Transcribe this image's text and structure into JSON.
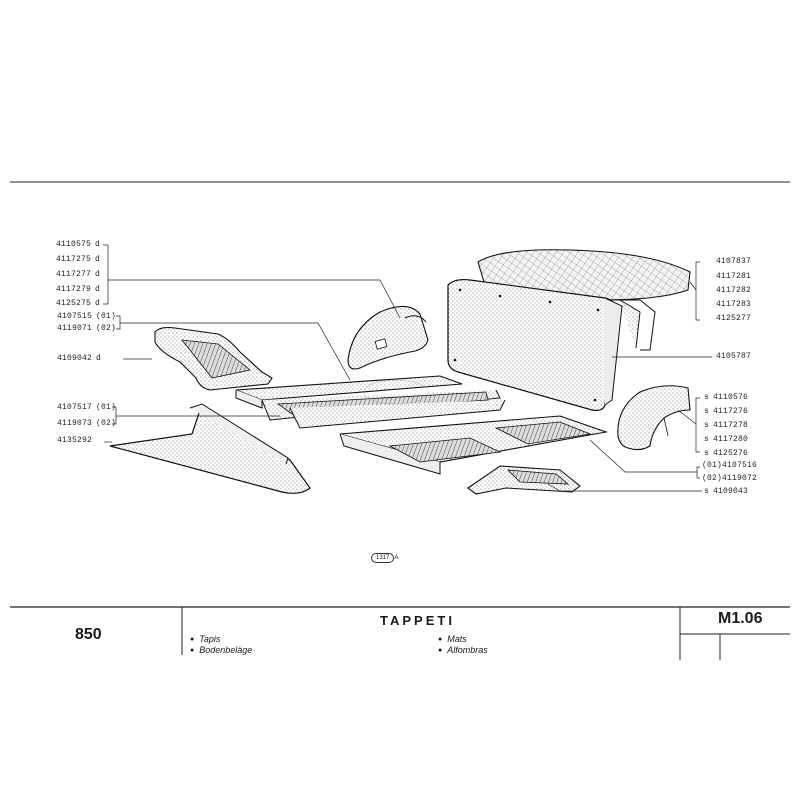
{
  "footer": {
    "model": "850",
    "title": "TAPPETI",
    "code": "M1.06",
    "translations_left": [
      "Tapis",
      "Bodenbeläge"
    ],
    "translations_right": [
      "Mats",
      "Alfombras"
    ]
  },
  "figure_ref": {
    "number": "1317",
    "suffix": "A"
  },
  "left_callouts": {
    "group1": [
      {
        "number": "4110575",
        "suffix": "d"
      },
      {
        "number": "4117275",
        "suffix": "d"
      },
      {
        "number": "4117277",
        "suffix": "d"
      },
      {
        "number": "4117279",
        "suffix": "d"
      },
      {
        "number": "4125275",
        "suffix": "d"
      }
    ],
    "group2": [
      {
        "number": "4107515",
        "suffix": "(01)"
      },
      {
        "number": "4119071",
        "suffix": "(02)"
      }
    ],
    "single1": {
      "number": "4109042",
      "suffix": "d"
    },
    "group3": [
      {
        "number": "4107517",
        "suffix": "(01)"
      },
      {
        "number": "4119073",
        "suffix": "(02)"
      }
    ],
    "single2": {
      "number": "4135292",
      "suffix": ""
    }
  },
  "right_callouts": {
    "group1": [
      "4107837",
      "4117281",
      "4117282",
      "4117283",
      "4125277"
    ],
    "single1": "4105787",
    "group2": [
      {
        "prefix": "s",
        "number": "4110576"
      },
      {
        "prefix": "s",
        "number": "4117276"
      },
      {
        "prefix": "s",
        "number": "4117278"
      },
      {
        "prefix": "s",
        "number": "4117280"
      },
      {
        "prefix": "s",
        "number": "4125276"
      }
    ],
    "group3": [
      {
        "prefix": "(01)",
        "number": "4107516"
      },
      {
        "prefix": "(02)",
        "number": "4119072"
      }
    ],
    "single2": {
      "prefix": "s",
      "number": "4109043"
    }
  },
  "colors": {
    "ink": "#1a1a1a",
    "paper": "#ffffff",
    "stipple": "#6b6b6b"
  }
}
